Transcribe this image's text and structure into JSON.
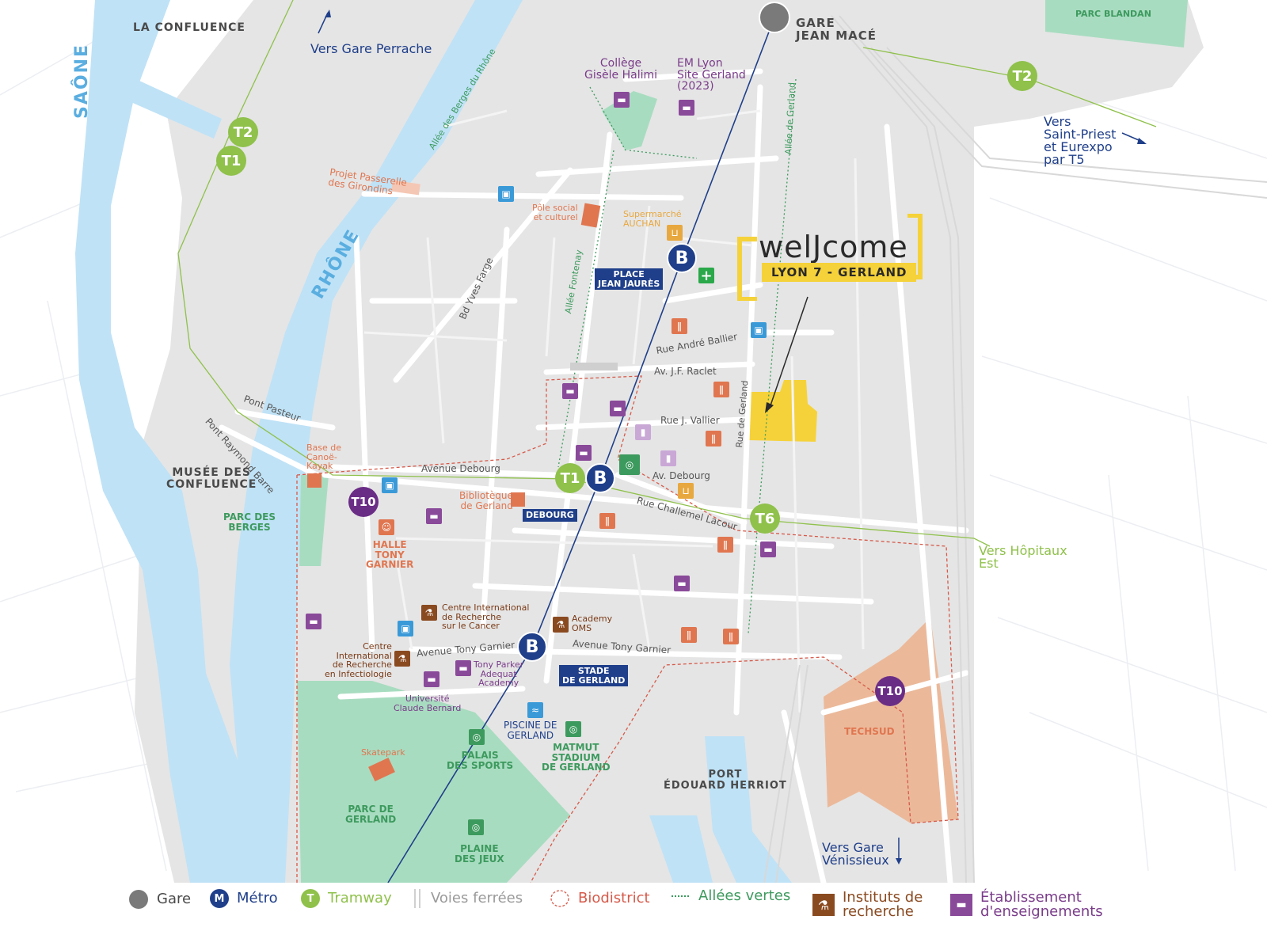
{
  "map": {
    "rivers": {
      "saone": "SAÔNE",
      "rhone": "RHÔNE"
    },
    "areas": {
      "confluence": "LA CONFLUENCE",
      "parc_blandan": "PARC BLANDAN",
      "musee": "MUSÉE DES\nCONFLUENCE",
      "parc_berges": "PARC DES\nBERGES",
      "parc_gerland": "PARC DE\nGERLAND",
      "plaine_jeux": "PLAINE\nDES JEUX",
      "port": "PORT\nÉDOUARD HERRIOT",
      "techsud": "TECHSUD",
      "halle": "HALLE\nTONY\nGARNIER",
      "palais_sports": "PALAIS\nDES SPORTS",
      "matmut": "MATMUT\nSTADIUM\nDE GERLAND",
      "piscine": "PISCINE DE\nGERLAND"
    },
    "directions": {
      "perrache": "Vers Gare Perrache",
      "saint_priest": "Vers\nSaint-Priest\net Eurexpo\npar T5",
      "hopitaux": "Vers Hôpitaux\nEst",
      "venissieux": "Vers Gare\nVénissieux"
    },
    "gare": "GARE\nJEAN MACÉ",
    "places": {
      "college": "Collège\nGisèle Halimi",
      "em_lyon": "EM Lyon\nSite Gerland\n(2023)",
      "pole_social": "Pôle social\net culturel",
      "supermarche": "Supermarché\nAUCHAN",
      "passerelle": "Projet Passerelle\ndes Girondins",
      "base_canoe": "Base de\nCanoë-\nKayak",
      "bibliotheque": "Bibliotèque\nde Gerland",
      "skatepark": "Skatepark",
      "centre_cancer": "Centre International\nde Recherche\nsur le Cancer",
      "centre_infectio": "Centre\nInternational\nde Recherche\nen Infectiologie",
      "academy_oms": "Academy\nOMS",
      "tony_parker": "Tony Parker\nAdequat\nAcademy",
      "universite": "Université\nClaude Bernard"
    },
    "streets": {
      "berges": "Allée des Berges du Rhône",
      "allee_gerland": "Allée de Gerland",
      "yves_farge": "Bd Yves Farge",
      "fontenay": "Allée Fontenay",
      "ballier": "Rue André Ballier",
      "raclet": "Av. J.F. Raclet",
      "vallier": "Rue J. Vallier",
      "rue_gerland": "Rue de Gerland",
      "pont_pasteur": "Pont Pasteur",
      "pont_raymond": "Pont Raymond Barre",
      "avenue_debourg": "Avenue Debourg",
      "av_debourg": "Av. Debourg",
      "challemel": "Rue Challemel Lacour",
      "tony_garnier_w": "Avenue Tony Garnier",
      "tony_garnier_e": "Avenue Tony Garnier"
    },
    "stations": {
      "jean_jaures": "PLACE\nJEAN JAURÈS",
      "debourg": "DEBOURG",
      "stade": "STADE\nDE GERLAND"
    },
    "lines": {
      "t1": "T1",
      "t2": "T2",
      "t6": "T6",
      "t10": "T10",
      "b": "B"
    },
    "project": {
      "logo": "welJcome",
      "subtitle": "LYON 7 - GERLAND"
    },
    "colors": {
      "river": "#bfe2f6",
      "city": "#e5e5e5",
      "street": "#ffffff",
      "park": "#a8dcc0",
      "techsud": "#ebb99a",
      "tram": "#8fc14b",
      "metro": "#1f3f8a",
      "t10": "#6a2d86",
      "project": "#f5d23a",
      "biodistrict": "#d65a4a"
    }
  },
  "legend": {
    "gare": "Gare",
    "metro_glyph": "M",
    "metro": "Métro",
    "tram_glyph": "T",
    "tram": "Tramway",
    "rail": "Voies ferrées",
    "biodistrict": "Biodistrict",
    "allees": "Allées vertes",
    "instituts": "Instituts de\nrecherche",
    "etablissement": "Établissement\nd'enseignements"
  }
}
